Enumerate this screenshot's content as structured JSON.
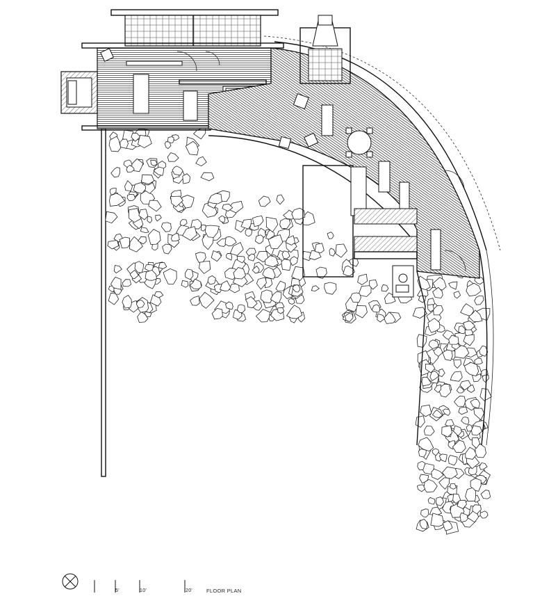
{
  "legend": {
    "title": "FLOOR PLAN",
    "scale_ticks": [
      "5'",
      "10'",
      "20'"
    ],
    "north_arrow": "north-arrow-icon"
  }
}
